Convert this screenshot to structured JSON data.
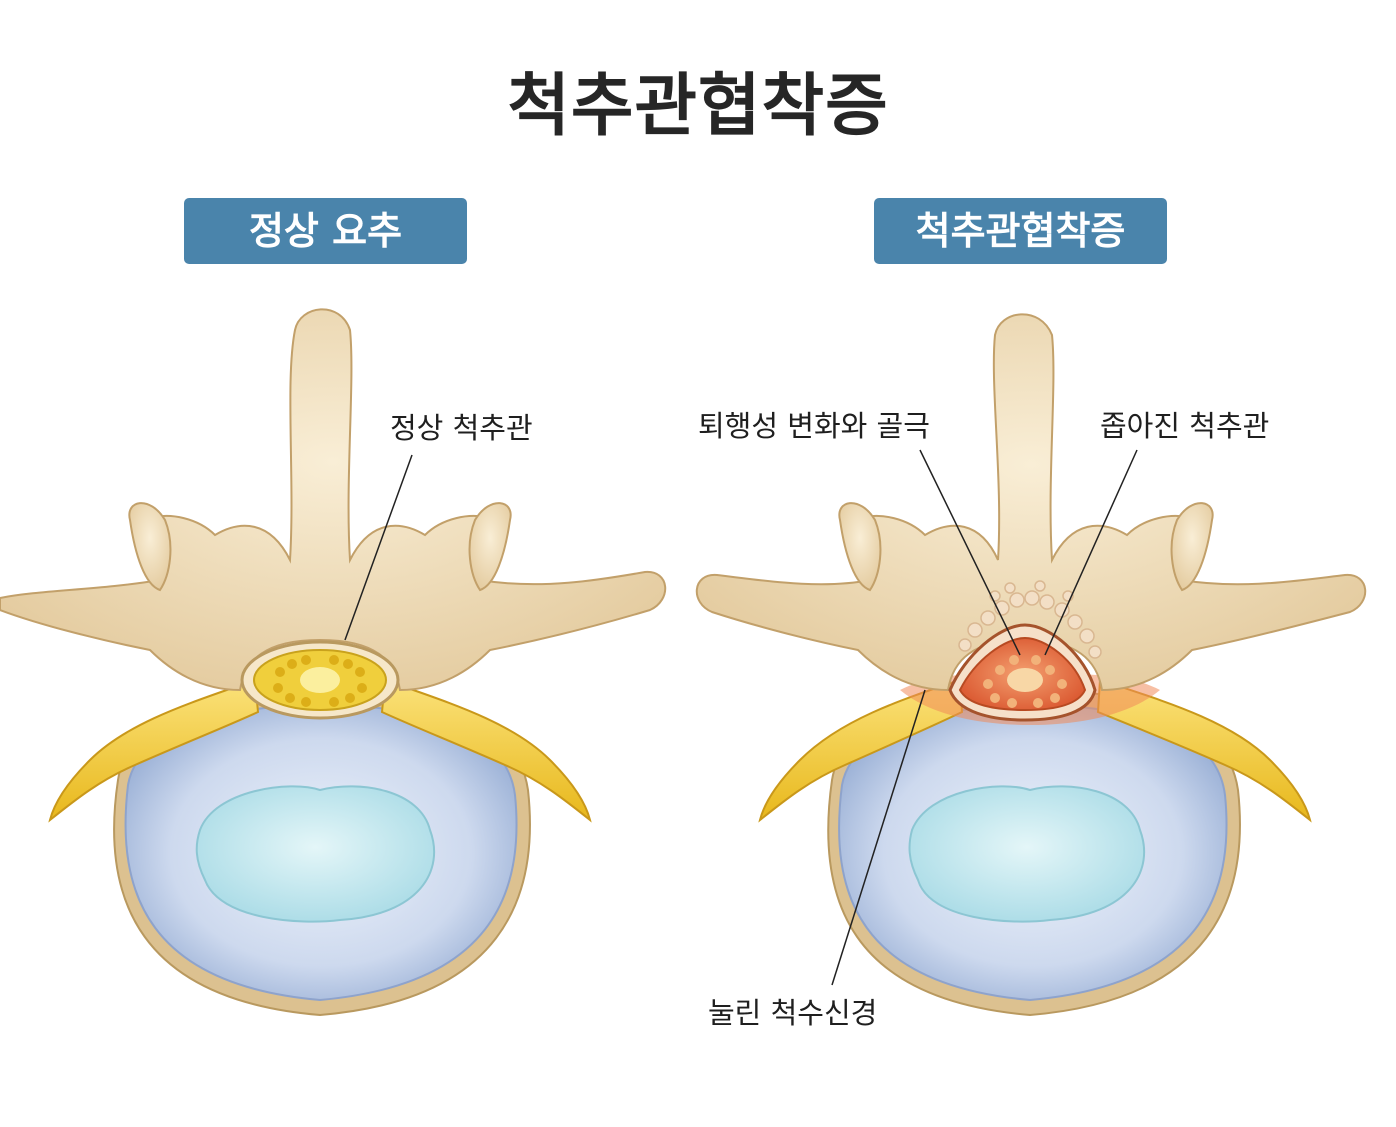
{
  "title": "척추관협착증",
  "panels": [
    {
      "heading": "정상 요추",
      "labels": [
        "정상 척추관"
      ]
    },
    {
      "heading": "척추관협착증",
      "labels": [
        "퇴행성 변화와 골극",
        "좁아진 척추관",
        "눌린 척수신경"
      ]
    }
  ],
  "colors": {
    "badge": "#4a84ab",
    "bone": "#efdcb6",
    "disc_ring": "#b9cbe6",
    "nucleus": "#bfe6ee",
    "nerve": "#f3cf3a",
    "inflamed_canal": "#e0683a"
  }
}
